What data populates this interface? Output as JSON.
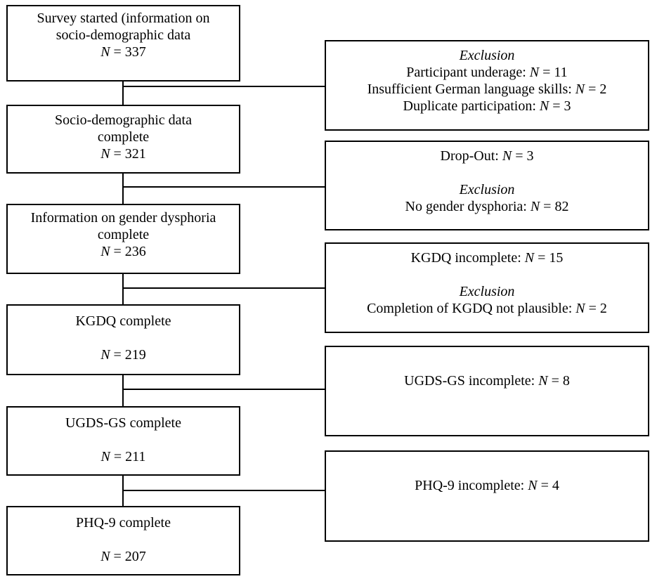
{
  "flow_steps": [
    {
      "lines": [
        "Survey started (information on",
        "socio-demographic data"
      ],
      "n_label": "N",
      "n_value": "= 337"
    },
    {
      "lines": [
        "Socio-demographic data",
        "complete"
      ],
      "n_label": "N",
      "n_value": "= 321"
    },
    {
      "lines": [
        "Information on gender dysphoria",
        "complete"
      ],
      "n_label": "N",
      "n_value": "= 236"
    },
    {
      "lines": [
        "KGDQ complete"
      ],
      "n_label": "N",
      "n_value": "= 219"
    },
    {
      "lines": [
        "UGDS-GS complete"
      ],
      "n_label": "N",
      "n_value": "= 211"
    },
    {
      "lines": [
        "PHQ-9 complete"
      ],
      "n_label": "N",
      "n_value": "= 207"
    }
  ],
  "exclusion_boxes": [
    {
      "heading": "Exclusion",
      "items": [
        {
          "text": "Participant underage: ",
          "n_label": "N",
          "n_value": "= 11"
        },
        {
          "text": "Insufficient German language skills: ",
          "n_label": "N",
          "n_value": "= 2"
        },
        {
          "text": "Duplicate participation: ",
          "n_label": "N",
          "n_value": "= 3"
        }
      ]
    },
    {
      "dropout": {
        "text": "Drop-Out: ",
        "n_label": "N",
        "n_value": "= 3"
      },
      "heading": "Exclusion",
      "items": [
        {
          "text": "No gender dysphoria: ",
          "n_label": "N",
          "n_value": "= 82"
        }
      ]
    },
    {
      "dropout": {
        "text": "KGDQ incomplete: ",
        "n_label": "N",
        "n_value": "= 15"
      },
      "heading": "Exclusion",
      "items": [
        {
          "text": "Completion of KGDQ not plausible: ",
          "n_label": "N",
          "n_value": "= 2"
        }
      ]
    },
    {
      "dropout": {
        "text": "UGDS-GS incomplete: ",
        "n_label": "N",
        "n_value": "= 8"
      }
    },
    {
      "dropout": {
        "text": "PHQ-9 incomplete: ",
        "n_label": "N",
        "n_value": "= 4"
      }
    }
  ],
  "colors": {
    "line": "#000000",
    "background": "#ffffff"
  }
}
